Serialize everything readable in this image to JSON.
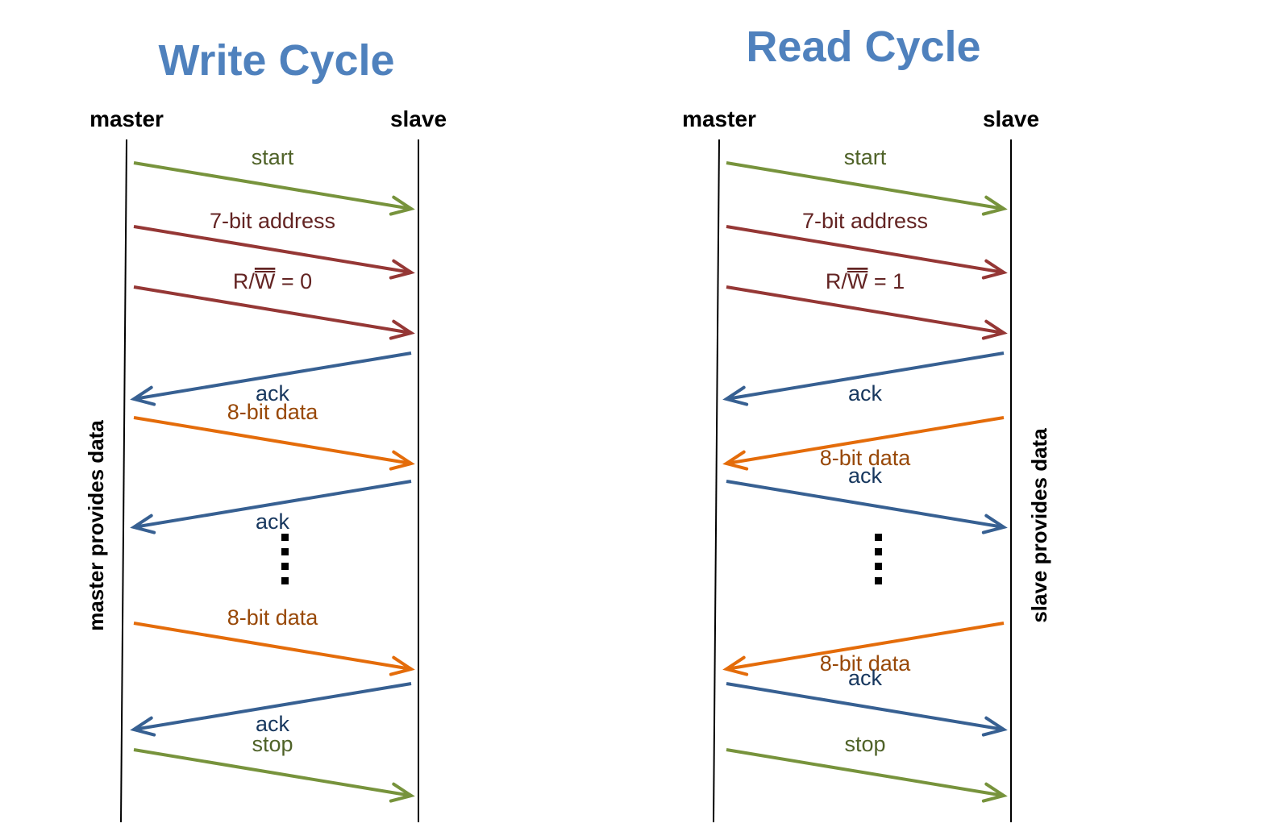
{
  "colors": {
    "title": "#4f81bd",
    "green": "#77933c",
    "green_text": "#4f6228",
    "red": "#953735",
    "red_text": "#632423",
    "blue": "#376092",
    "blue_text": "#17375e",
    "orange": "#e46c0a",
    "orange_text": "#984807",
    "lifeline": "#000000"
  },
  "write": {
    "title": "Write Cycle",
    "master_label": "master",
    "slave_label": "slave",
    "side_note": "master provides data",
    "messages": [
      {
        "id": "start",
        "label": "start",
        "dir": "m2s",
        "color": "green"
      },
      {
        "id": "address",
        "label": "7-bit address",
        "dir": "m2s",
        "color": "red"
      },
      {
        "id": "rw",
        "label": "R/W = 0",
        "rw_prefix": "R/",
        "rw_bar": "W",
        "rw_suffix": " = 0",
        "dir": "m2s",
        "color": "red"
      },
      {
        "id": "ack1",
        "label": "ack",
        "dir": "s2m",
        "color": "blue"
      },
      {
        "id": "data1",
        "label": "8-bit data",
        "dir": "m2s",
        "color": "orange"
      },
      {
        "id": "ack2",
        "label": "ack",
        "dir": "s2m",
        "color": "blue"
      },
      {
        "id": "data2",
        "label": "8-bit data",
        "dir": "m2s",
        "color": "orange"
      },
      {
        "id": "ack3",
        "label": "ack",
        "dir": "s2m",
        "color": "blue"
      },
      {
        "id": "stop",
        "label": "stop",
        "dir": "m2s",
        "color": "green"
      }
    ]
  },
  "read": {
    "title": "Read Cycle",
    "master_label": "master",
    "slave_label": "slave",
    "side_note": "slave provides data",
    "messages": [
      {
        "id": "start",
        "label": "start",
        "dir": "m2s",
        "color": "green"
      },
      {
        "id": "address",
        "label": "7-bit address",
        "dir": "m2s",
        "color": "red"
      },
      {
        "id": "rw",
        "label": "R/W = 1",
        "rw_prefix": "R/",
        "rw_bar": "W",
        "rw_suffix": " = 1",
        "dir": "m2s",
        "color": "red"
      },
      {
        "id": "ack1",
        "label": "ack",
        "dir": "s2m",
        "color": "blue"
      },
      {
        "id": "data1",
        "label": "8-bit data",
        "dir": "s2m",
        "color": "orange"
      },
      {
        "id": "ack2",
        "label": "ack",
        "dir": "m2s",
        "color": "blue"
      },
      {
        "id": "data2",
        "label": "8-bit data",
        "dir": "s2m",
        "color": "orange"
      },
      {
        "id": "ack3",
        "label": "ack",
        "dir": "m2s",
        "color": "blue"
      },
      {
        "id": "stop",
        "label": "stop",
        "dir": "m2s",
        "color": "green"
      }
    ]
  }
}
